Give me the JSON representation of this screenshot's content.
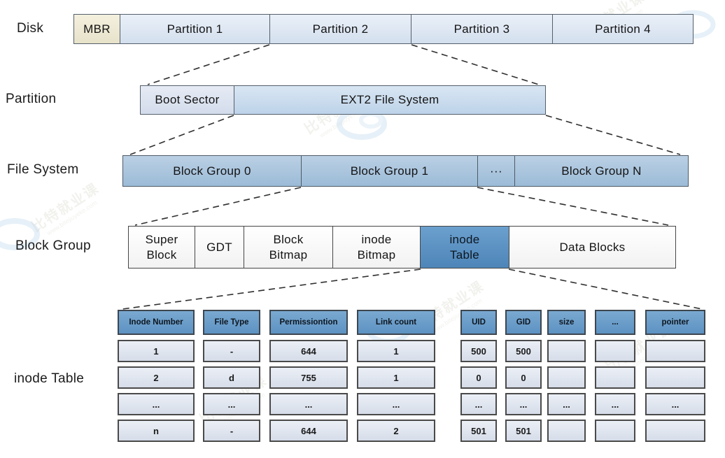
{
  "watermark": {
    "brand": "比特就业课",
    "url": "www.bitejiuyeke.com"
  },
  "colors": {
    "mbr_beige": "#ece8d2",
    "partition_light_blue": "#d9e4f1",
    "ext2_blue": "#c7daec",
    "block_group_blue": "#a7c3dd",
    "inode_table_cell_blue": "#5b92c3",
    "table_header_blue": "#6b9cc9",
    "table_cell_light": "#dde3ee",
    "connector_line": "#2f2f2f"
  },
  "rows": {
    "disk": {
      "label": "Disk",
      "cells": [
        "MBR",
        "Partition 1",
        "Partition 2",
        "Partition 3",
        "Partition 4"
      ]
    },
    "partition": {
      "label": "Partition",
      "cells": [
        "Boot Sector",
        "EXT2 File System"
      ]
    },
    "file_system": {
      "label": "File System",
      "cells": [
        "Block Group 0",
        "Block Group 1",
        "···",
        "Block Group N"
      ]
    },
    "block_group": {
      "label": "Block Group",
      "cells": [
        "Super\nBlock",
        "GDT",
        "Block\nBitmap",
        "inode\nBitmap",
        "inode\nTable",
        "Data Blocks"
      ]
    }
  },
  "inode_table": {
    "label": "inode Table",
    "columns": [
      "Inode Number",
      "File Type",
      "Permissiontion",
      "Link count",
      "UID",
      "GID",
      "size",
      "...",
      "pointer"
    ],
    "rows": [
      [
        "1",
        "-",
        "644",
        "1",
        "500",
        "500",
        "",
        "",
        ""
      ],
      [
        "2",
        "d",
        "755",
        "1",
        "0",
        "0",
        "",
        "",
        ""
      ],
      [
        "...",
        "...",
        "...",
        "...",
        "...",
        "...",
        "...",
        "...",
        "..."
      ],
      [
        "n",
        "-",
        "644",
        "2",
        "501",
        "501",
        "",
        "",
        ""
      ]
    ]
  }
}
